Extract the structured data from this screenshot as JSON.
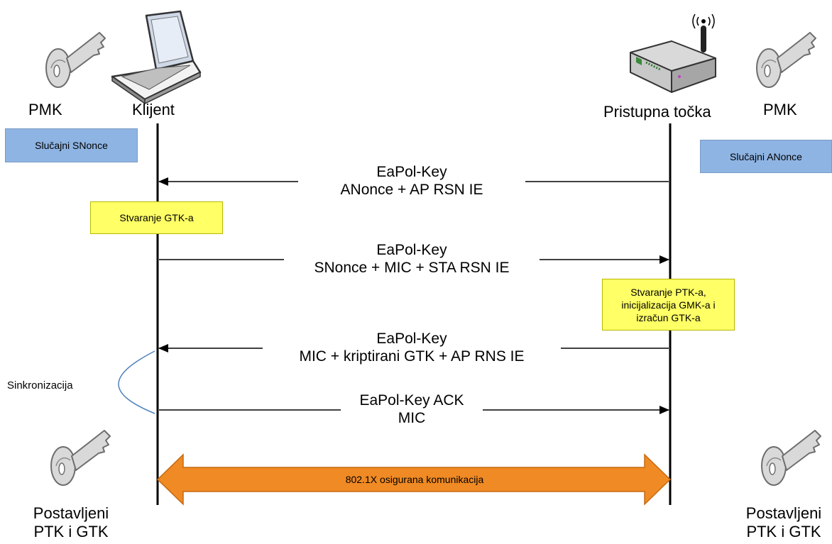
{
  "left": {
    "pmk_label": "PMK",
    "client_label": "Klijent",
    "nonce_box": "Slučajni SNonce",
    "gtk_box": "Stvaranje GTK-a",
    "sync_label": "Sinkronizacija",
    "installed_line1": "Postavljeni",
    "installed_line2": "PTK i GTK"
  },
  "right": {
    "ap_label": "Pristupna točka",
    "pmk_label": "PMK",
    "nonce_box": "Slučajni ANonce",
    "ptk_box_line1": "Stvaranje PTK-a,",
    "ptk_box_line2": "inicijalizacija GMK-a i",
    "ptk_box_line3": "izračun GTK-a",
    "installed_line1": "Postavljeni",
    "installed_line2": "PTK i GTK"
  },
  "messages": [
    {
      "line1": "EaPol-Key",
      "line2": "ANonce + AP RSN IE",
      "direction": "to-client"
    },
    {
      "line1": "EaPol-Key",
      "line2": "SNonce + MIC + STA RSN IE",
      "direction": "to-ap"
    },
    {
      "line1": "EaPol-Key",
      "line2": "MIC + kriptirani GTK + AP RNS IE",
      "direction": "to-client"
    },
    {
      "line1": "EaPol-Key ACK",
      "line2": "MIC",
      "direction": "to-ap"
    }
  ],
  "secure_band": "802.1X osigurana komunikacija",
  "colors": {
    "blue_box": "#8eb4e3",
    "yellow_box": "#ffff66",
    "band": "#f08a24",
    "sync_curve": "#4f81bd"
  },
  "icons": [
    "key-icon",
    "laptop-icon",
    "access-point-icon"
  ]
}
